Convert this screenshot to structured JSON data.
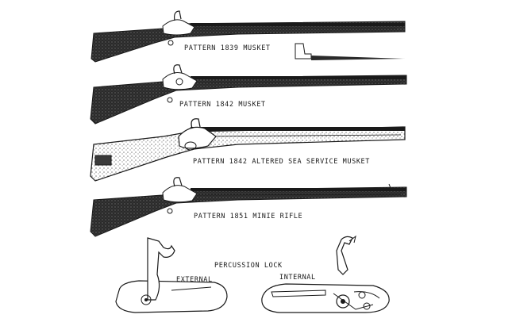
{
  "firearms": [
    {
      "caption": "PATTERN 1839 MUSKET"
    },
    {
      "caption": "PATTERN 1842 MUSKET"
    },
    {
      "caption": "PATTERN 1842 ALTERED SEA SERVICE MUSKET"
    },
    {
      "caption": "PATTERN 1851 MINIE RIFLE"
    }
  ],
  "lock_section": {
    "title": "PERCUSSION LOCK",
    "external_label": "EXTERNAL",
    "internal_label": "INTERNAL"
  },
  "colors": {
    "ink": "#1a1a1a",
    "paper": "#ffffff",
    "wood_shade": "#3a3a3a"
  }
}
